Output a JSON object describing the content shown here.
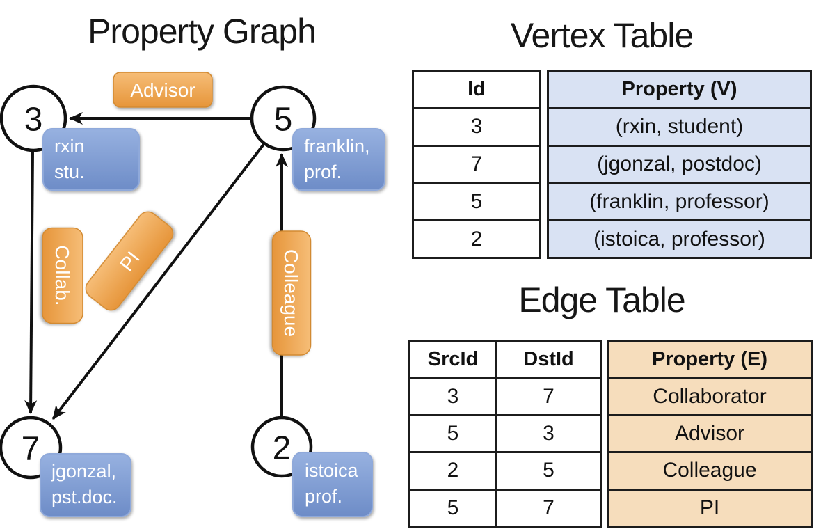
{
  "graph": {
    "title": "Property Graph",
    "nodes": {
      "n3": "3",
      "n5": "5",
      "n7": "7",
      "n2": "2"
    },
    "edge_labels": {
      "advisor": "Advisor",
      "collab": "Collab.",
      "pi": "PI",
      "colleague": "Colleague"
    },
    "vertex_boxes": {
      "v3": {
        "line1": "rxin",
        "line2": "stu."
      },
      "v5": {
        "line1": "franklin,",
        "line2": "prof."
      },
      "v7": {
        "line1": "jgonzal,",
        "line2": "pst.doc."
      },
      "v2": {
        "line1": "istoica",
        "line2": "prof."
      }
    }
  },
  "vertex_table": {
    "title": "Vertex Table",
    "columns": {
      "id": "Id",
      "property": "Property (V)"
    },
    "rows": [
      {
        "id": "3",
        "property": "(rxin, student)"
      },
      {
        "id": "7",
        "property": "(jgonzal, postdoc)"
      },
      {
        "id": "5",
        "property": "(franklin, professor)"
      },
      {
        "id": "2",
        "property": "(istoica, professor)"
      }
    ]
  },
  "edge_table": {
    "title": "Edge Table",
    "columns": {
      "src": "SrcId",
      "dst": "DstId",
      "property": "Property (E)"
    },
    "rows": [
      {
        "src": "3",
        "dst": "7",
        "property": "Collaborator"
      },
      {
        "src": "5",
        "dst": "3",
        "property": "Advisor"
      },
      {
        "src": "2",
        "dst": "5",
        "property": "Colleague"
      },
      {
        "src": "5",
        "dst": "7",
        "property": "PI"
      }
    ]
  },
  "colors": {
    "edge_label_top": "#f6bd77",
    "edge_label_bottom": "#e6953a",
    "vertex_box_top": "#97b1e0",
    "vertex_box_bottom": "#6d8cc7",
    "vertex_cell_bg": "#d9e2f3",
    "edge_cell_bg": "#f6ddbc",
    "line": "#111111"
  }
}
